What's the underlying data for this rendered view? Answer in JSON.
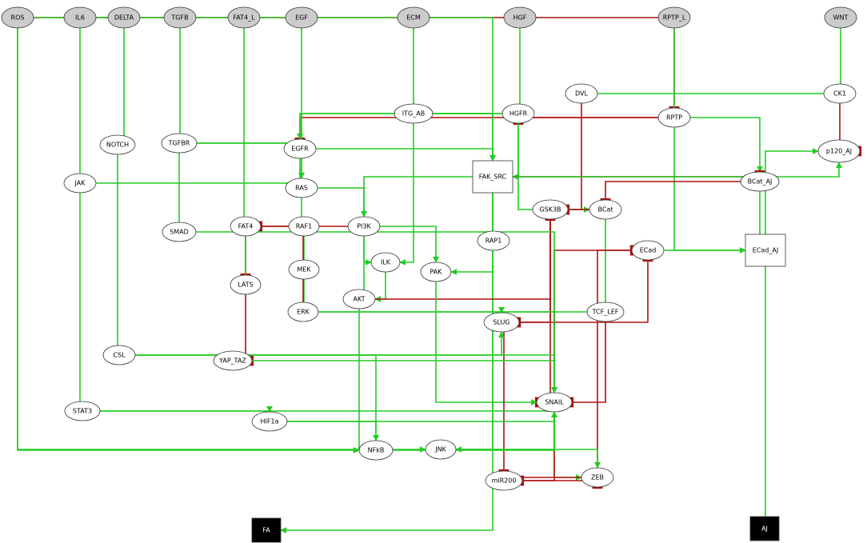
{
  "colors": {
    "activation": "#22cc22",
    "inhibition": "#b01010",
    "input_fill": "#cccccc",
    "node_fill": "#ffffff",
    "output_fill": "#000000"
  },
  "nodes": [
    {
      "id": "ROS",
      "label": "ROS",
      "kind": "input"
    },
    {
      "id": "IL6",
      "label": "IL6",
      "kind": "input"
    },
    {
      "id": "DELTA",
      "label": "DELTA",
      "kind": "input"
    },
    {
      "id": "TGFB",
      "label": "TGFB",
      "kind": "input"
    },
    {
      "id": "FAT4_L",
      "label": "FAT4_L",
      "kind": "input"
    },
    {
      "id": "EGF",
      "label": "EGF",
      "kind": "input"
    },
    {
      "id": "ECM",
      "label": "ECM",
      "kind": "input"
    },
    {
      "id": "HGF",
      "label": "HGF",
      "kind": "input"
    },
    {
      "id": "RPTP_L",
      "label": "RPTP_L",
      "kind": "input"
    },
    {
      "id": "WNT",
      "label": "WNT",
      "kind": "input"
    },
    {
      "id": "DVL",
      "label": "DVL",
      "kind": "node"
    },
    {
      "id": "CK1",
      "label": "CK1",
      "kind": "node"
    },
    {
      "id": "ITG_AB",
      "label": "ITG_AB",
      "kind": "node"
    },
    {
      "id": "HGFR",
      "label": "HGFR",
      "kind": "node"
    },
    {
      "id": "RPTP",
      "label": "RPTP",
      "kind": "node"
    },
    {
      "id": "NOTCH",
      "label": "NOTCH",
      "kind": "node"
    },
    {
      "id": "TGFBR",
      "label": "TGFBR",
      "kind": "node"
    },
    {
      "id": "EGFR",
      "label": "EGFR",
      "kind": "node"
    },
    {
      "id": "p120_AJ",
      "label": "p120_AJ",
      "kind": "node"
    },
    {
      "id": "JAK",
      "label": "JAK",
      "kind": "node"
    },
    {
      "id": "RAS",
      "label": "RAS",
      "kind": "node"
    },
    {
      "id": "FAK_SRC",
      "label": "FAK_SRC",
      "kind": "box"
    },
    {
      "id": "BCat_AJ",
      "label": "BCat_AJ",
      "kind": "node"
    },
    {
      "id": "GSK3B",
      "label": "GSK3B",
      "kind": "node"
    },
    {
      "id": "BCat",
      "label": "BCat",
      "kind": "node"
    },
    {
      "id": "FAT4",
      "label": "FAT4",
      "kind": "node"
    },
    {
      "id": "RAF1",
      "label": "RAF1",
      "kind": "node"
    },
    {
      "id": "PI3K",
      "label": "PI3K",
      "kind": "node"
    },
    {
      "id": "SMAD",
      "label": "SMAD",
      "kind": "node"
    },
    {
      "id": "RAP1",
      "label": "RAP1",
      "kind": "node"
    },
    {
      "id": "ECad",
      "label": "ECad",
      "kind": "node"
    },
    {
      "id": "ECad_AJ",
      "label": "ECad_AJ",
      "kind": "box"
    },
    {
      "id": "MEK",
      "label": "MEK",
      "kind": "node"
    },
    {
      "id": "ILK",
      "label": "ILK",
      "kind": "node"
    },
    {
      "id": "PAK",
      "label": "PAK",
      "kind": "node"
    },
    {
      "id": "LATS",
      "label": "LATS",
      "kind": "node"
    },
    {
      "id": "AKT",
      "label": "AKT",
      "kind": "node"
    },
    {
      "id": "ERK",
      "label": "ERK",
      "kind": "node"
    },
    {
      "id": "TCF_LEF",
      "label": "TCF_LEF",
      "kind": "node"
    },
    {
      "id": "SLUG",
      "label": "SLUG",
      "kind": "node"
    },
    {
      "id": "CSL",
      "label": "CSL",
      "kind": "node"
    },
    {
      "id": "YAP_TAZ",
      "label": "YAP_TAZ",
      "kind": "node"
    },
    {
      "id": "SNAIL",
      "label": "SNAIL",
      "kind": "node"
    },
    {
      "id": "STAT3",
      "label": "STAT3",
      "kind": "node"
    },
    {
      "id": "HIF1a",
      "label": "HIF1a",
      "kind": "node"
    },
    {
      "id": "NFkB",
      "label": "NFkB",
      "kind": "node"
    },
    {
      "id": "JNK",
      "label": "JNK",
      "kind": "node"
    },
    {
      "id": "ZEB",
      "label": "ZEB",
      "kind": "node"
    },
    {
      "id": "miR200",
      "label": "miR200",
      "kind": "node"
    },
    {
      "id": "FA",
      "label": "FA",
      "kind": "output"
    },
    {
      "id": "AJ",
      "label": "AJ",
      "kind": "output"
    }
  ],
  "edges": [
    {
      "from": "ROS",
      "to": "JNK",
      "type": "act"
    },
    {
      "from": "ROS",
      "to": "NFkB",
      "type": "act"
    },
    {
      "from": "ROS",
      "to": "RPTP",
      "type": "inh"
    },
    {
      "from": "ROS",
      "to": "FAK_SRC",
      "type": "act"
    },
    {
      "from": "IL6",
      "to": "JAK",
      "type": "act"
    },
    {
      "from": "DELTA",
      "to": "NOTCH",
      "type": "act"
    },
    {
      "from": "TGFB",
      "to": "TGFBR",
      "type": "act"
    },
    {
      "from": "FAT4_L",
      "to": "FAT4",
      "type": "act"
    },
    {
      "from": "EGF",
      "to": "EGFR",
      "type": "act"
    },
    {
      "from": "ECM",
      "to": "ITG_AB",
      "type": "act"
    },
    {
      "from": "HGF",
      "to": "HGFR",
      "type": "act"
    },
    {
      "from": "RPTP_L",
      "to": "RPTP",
      "type": "act"
    },
    {
      "from": "WNT",
      "to": "CK1",
      "type": "act"
    },
    {
      "from": "CK1",
      "to": "DVL",
      "type": "act"
    },
    {
      "from": "CK1",
      "to": "p120_AJ",
      "type": "inh"
    },
    {
      "from": "DVL",
      "to": "GSK3B",
      "type": "inh"
    },
    {
      "from": "RPTP",
      "to": "EGFR",
      "type": "inh"
    },
    {
      "from": "RPTP",
      "to": "HGFR",
      "type": "inh"
    },
    {
      "from": "RPTP",
      "to": "BCat_AJ",
      "type": "act"
    },
    {
      "from": "RPTP",
      "to": "ECad_AJ",
      "type": "act"
    },
    {
      "from": "ITG_AB",
      "to": "EGFR",
      "type": "act"
    },
    {
      "from": "ITG_AB",
      "to": "HGFR",
      "type": "act"
    },
    {
      "from": "ITG_AB",
      "to": "FAK_SRC",
      "type": "act"
    },
    {
      "from": "ITG_AB",
      "to": "ILK",
      "type": "act"
    },
    {
      "from": "HGFR",
      "to": "FAK_SRC",
      "type": "act"
    },
    {
      "from": "HGFR",
      "to": "BCat",
      "type": "act"
    },
    {
      "from": "HGFR",
      "to": "RAS",
      "type": "act"
    },
    {
      "from": "EGFR",
      "to": "RAS",
      "type": "act"
    },
    {
      "from": "EGFR",
      "to": "FAK_SRC",
      "type": "act"
    },
    {
      "from": "TGFBR",
      "to": "SMAD",
      "type": "act"
    },
    {
      "from": "TGFBR",
      "to": "RAS",
      "type": "act"
    },
    {
      "from": "TGFBR",
      "to": "EGFR",
      "type": "act"
    },
    {
      "from": "NOTCH",
      "to": "CSL",
      "type": "act"
    },
    {
      "from": "JAK",
      "to": "STAT3",
      "type": "act"
    },
    {
      "from": "JAK",
      "to": "RAS",
      "type": "act"
    },
    {
      "from": "RAS",
      "to": "RAF1",
      "type": "act"
    },
    {
      "from": "RAS",
      "to": "PI3K",
      "type": "act"
    },
    {
      "from": "RAF1",
      "to": "MEK",
      "type": "act"
    },
    {
      "from": "MEK",
      "to": "ERK",
      "type": "act"
    },
    {
      "from": "ERK",
      "to": "FAT4",
      "type": "inh"
    },
    {
      "from": "PI3K",
      "to": "AKT",
      "type": "act"
    },
    {
      "from": "PI3K",
      "to": "LATS",
      "type": "inh"
    },
    {
      "from": "PI3K",
      "to": "PAK",
      "type": "act"
    },
    {
      "from": "PI3K",
      "to": "ILK",
      "type": "act"
    },
    {
      "from": "ILK",
      "to": "AKT",
      "type": "act"
    },
    {
      "from": "FAT4",
      "to": "LATS",
      "type": "act"
    },
    {
      "from": "LATS",
      "to": "YAP_TAZ",
      "type": "inh"
    },
    {
      "from": "FAK_SRC",
      "to": "BCat_AJ",
      "type": "inh"
    },
    {
      "from": "FAK_SRC",
      "to": "RAP1",
      "type": "act"
    },
    {
      "from": "FAK_SRC",
      "to": "PAK",
      "type": "act"
    },
    {
      "from": "FAK_SRC",
      "to": "PI3K",
      "type": "act"
    },
    {
      "from": "FAK_SRC",
      "to": "p120_AJ",
      "type": "act"
    },
    {
      "from": "FAK_SRC",
      "to": "JNK",
      "type": "act"
    },
    {
      "from": "FAK_SRC",
      "to": "FA",
      "type": "act"
    },
    {
      "from": "GSK3B",
      "to": "BCat",
      "type": "inh"
    },
    {
      "from": "GSK3B",
      "to": "SLUG",
      "type": "inh"
    },
    {
      "from": "GSK3B",
      "to": "SNAIL",
      "type": "inh"
    },
    {
      "from": "BCat",
      "to": "TCF_LEF",
      "type": "act"
    },
    {
      "from": "BCat_AJ",
      "to": "BCat",
      "type": "inh"
    },
    {
      "from": "BCat_AJ",
      "to": "ECad_AJ",
      "type": "act"
    },
    {
      "from": "ECad",
      "to": "ECad_AJ",
      "type": "act"
    },
    {
      "from": "ECad_AJ",
      "to": "AJ",
      "type": "act"
    },
    {
      "from": "ECad_AJ",
      "to": "p120_AJ",
      "type": "act"
    },
    {
      "from": "AKT",
      "to": "GSK3B",
      "type": "inh"
    },
    {
      "from": "AKT",
      "to": "NFkB",
      "type": "act"
    },
    {
      "from": "PAK",
      "to": "SNAIL",
      "type": "act"
    },
    {
      "from": "ERK",
      "to": "SLUG",
      "type": "act"
    },
    {
      "from": "ERK",
      "to": "SNAIL",
      "type": "act"
    },
    {
      "from": "TCF_LEF",
      "to": "SLUG",
      "type": "act"
    },
    {
      "from": "TCF_LEF",
      "to": "SNAIL",
      "type": "inh"
    },
    {
      "from": "SLUG",
      "to": "ECad",
      "type": "inh"
    },
    {
      "from": "SNAIL",
      "to": "ECad",
      "type": "inh"
    },
    {
      "from": "SNAIL",
      "to": "ZEB",
      "type": "act"
    },
    {
      "from": "SNAIL",
      "to": "miR200",
      "type": "inh"
    },
    {
      "from": "ZEB",
      "to": "ECad",
      "type": "inh"
    },
    {
      "from": "ZEB",
      "to": "miR200",
      "type": "inh"
    },
    {
      "from": "miR200",
      "to": "ZEB",
      "type": "inh"
    },
    {
      "from": "miR200",
      "to": "SLUG",
      "type": "inh"
    },
    {
      "from": "CSL",
      "to": "SNAIL",
      "type": "act"
    },
    {
      "from": "CSL",
      "to": "NFkB",
      "type": "act"
    },
    {
      "from": "CSL",
      "to": "SLUG",
      "type": "act"
    },
    {
      "from": "STAT3",
      "to": "SNAIL",
      "type": "act"
    },
    {
      "from": "STAT3",
      "to": "HIF1a",
      "type": "act"
    },
    {
      "from": "HIF1a",
      "to": "SNAIL",
      "type": "act"
    },
    {
      "from": "HIF1a",
      "to": "NFkB",
      "type": "act"
    },
    {
      "from": "NFkB",
      "to": "SNAIL",
      "type": "act"
    },
    {
      "from": "JNK",
      "to": "SNAIL",
      "type": "act"
    },
    {
      "from": "JNK",
      "to": "ZEB",
      "type": "act"
    },
    {
      "from": "YAP_TAZ",
      "to": "SNAIL",
      "type": "act"
    },
    {
      "from": "SMAD",
      "to": "SNAIL",
      "type": "act"
    }
  ]
}
